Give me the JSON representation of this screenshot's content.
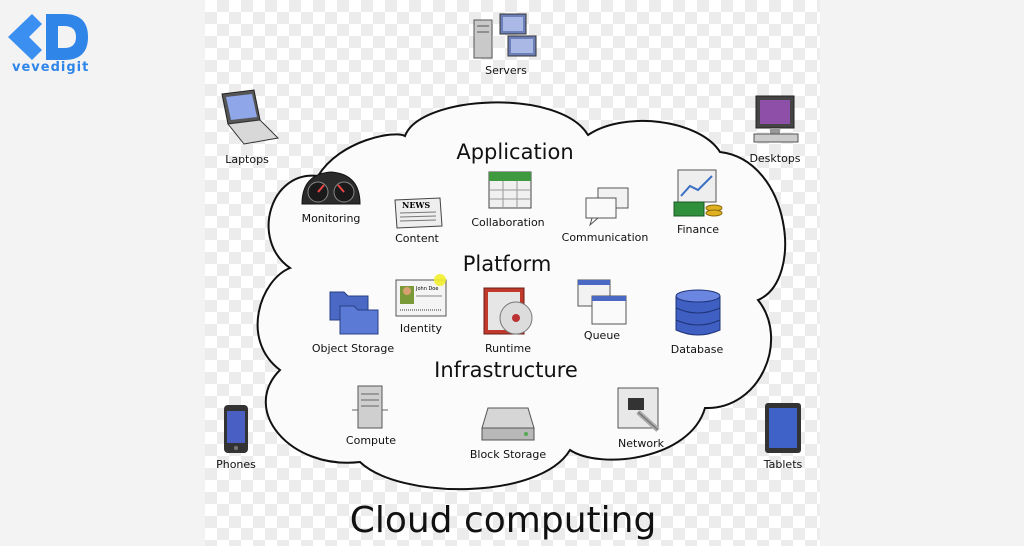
{
  "brand": {
    "name": "vevedigit",
    "color": "#2f86e8"
  },
  "title": "Cloud computing",
  "sections": {
    "application": "Application",
    "platform": "Platform",
    "infrastructure": "Infrastructure"
  },
  "components": {
    "monitoring": "Monitoring",
    "content": "Content",
    "collaboration": "Collaboration",
    "communication": "Communication",
    "finance": "Finance",
    "identity": "Identity",
    "object_storage": "Object Storage",
    "runtime": "Runtime",
    "queue": "Queue",
    "database": "Database",
    "compute": "Compute",
    "block_storage": "Block Storage",
    "network": "Network"
  },
  "devices": {
    "servers": "Servers",
    "laptops": "Laptops",
    "desktops": "Desktops",
    "phones": "Phones",
    "tablets": "Tablets"
  },
  "identity_card": {
    "name": "John Doe"
  },
  "newspaper": {
    "masthead": "NEWS"
  }
}
